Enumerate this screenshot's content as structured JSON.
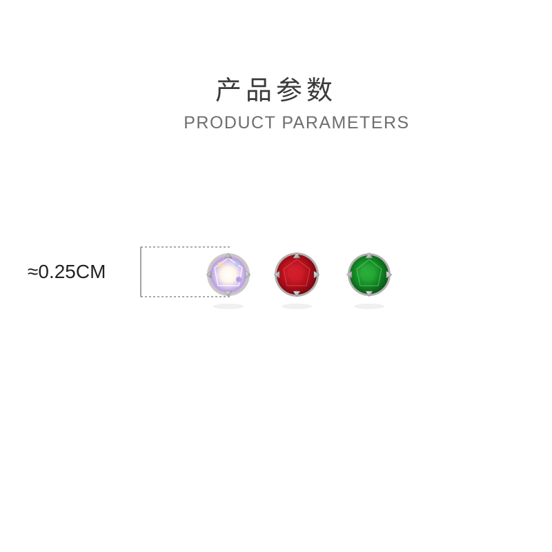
{
  "header": {
    "title_cn": "产品参数",
    "title_en": "PRODUCT PARAMETERS"
  },
  "measurement": {
    "label": "≈0.25CM"
  },
  "gems": [
    {
      "name": "aurora-borealis-stud",
      "color": "#e8e2f0"
    },
    {
      "name": "red-stud",
      "color": "#b3101c"
    },
    {
      "name": "green-stud",
      "color": "#138a25"
    }
  ]
}
